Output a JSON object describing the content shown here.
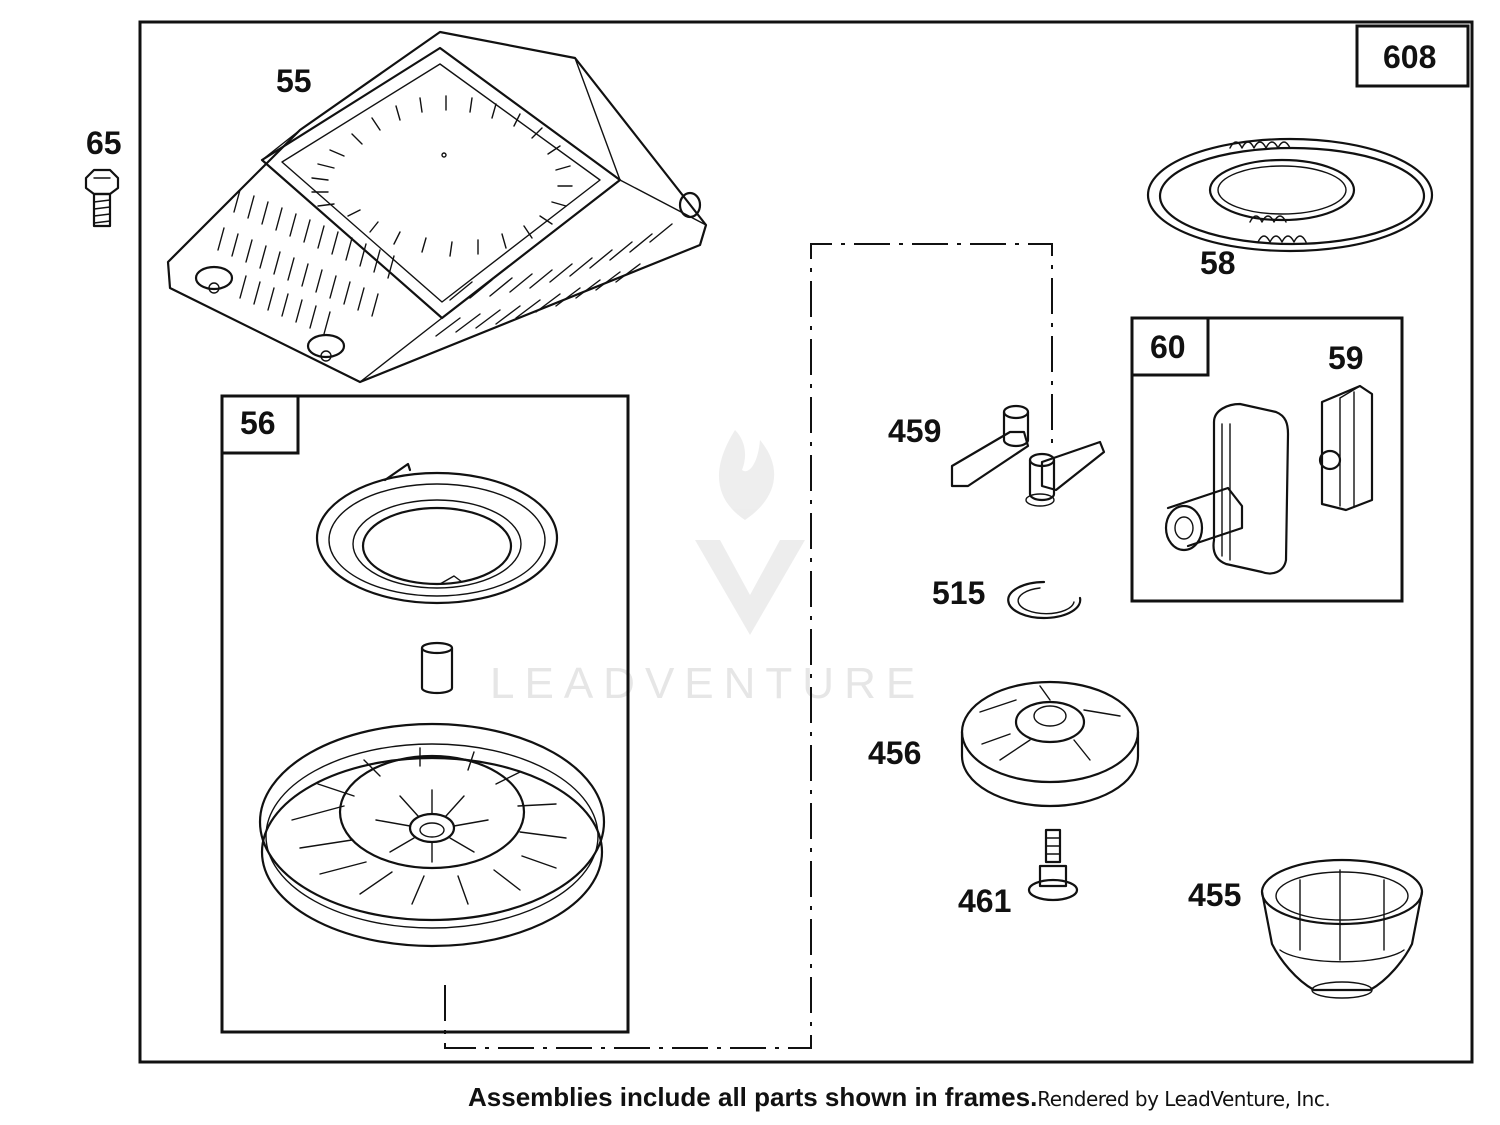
{
  "diagram": {
    "assembly_number": "608",
    "callouts": {
      "p55": "55",
      "p65": "65",
      "p56": "56",
      "p58": "58",
      "p60": "60",
      "p59": "59",
      "p459": "459",
      "p515": "515",
      "p456": "456",
      "p461": "461",
      "p455": "455"
    },
    "watermark": "LEADVENTURE"
  },
  "footer": {
    "note": "Assemblies include all parts shown in frames.",
    "credit": "Rendered by LeadVenture, Inc."
  }
}
